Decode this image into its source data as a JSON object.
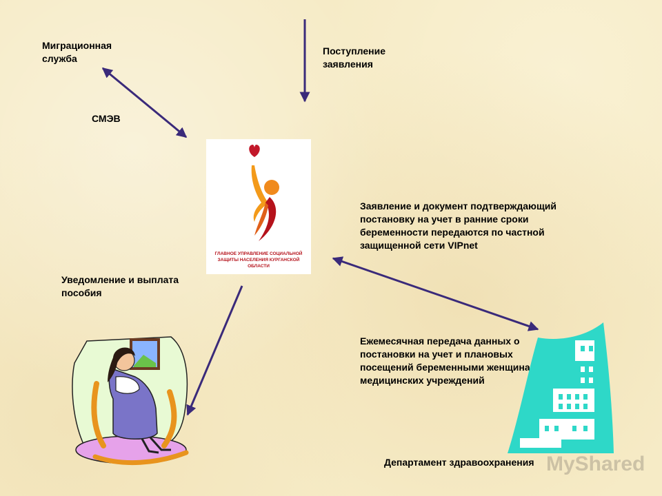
{
  "nodes": {
    "migration": "Миграционная служба",
    "incoming": "Поступление заявления",
    "smev": "СМЭВ",
    "vipnet_note": "Заявление и документ подтверждающий постановку на учет в ранние сроки беременности передаются по частной защищенной сети VIPnet",
    "notification": "Уведомление и выплата пособия",
    "monthly_note": "Ежемесячная передача данных о постановки на учет и плановых посещений беременными женщинами медицинских учреждений",
    "health_dept": "Департамент здравоохранения"
  },
  "logo": {
    "text": "ГЛАВНОЕ УПРАВЛЕНИЕ СОЦИАЛЬНОЙ ЗАЩИТЫ НАСЕЛЕНИЯ КУРГАНСКОЙ ОБЛАСТИ"
  },
  "watermark": "MyShared",
  "colors": {
    "arrow": "#3a2a7a",
    "background": "#f6ebc6",
    "building": "#2ed8c8",
    "logo_orange": "#f08a1c",
    "logo_red": "#b5121b"
  }
}
